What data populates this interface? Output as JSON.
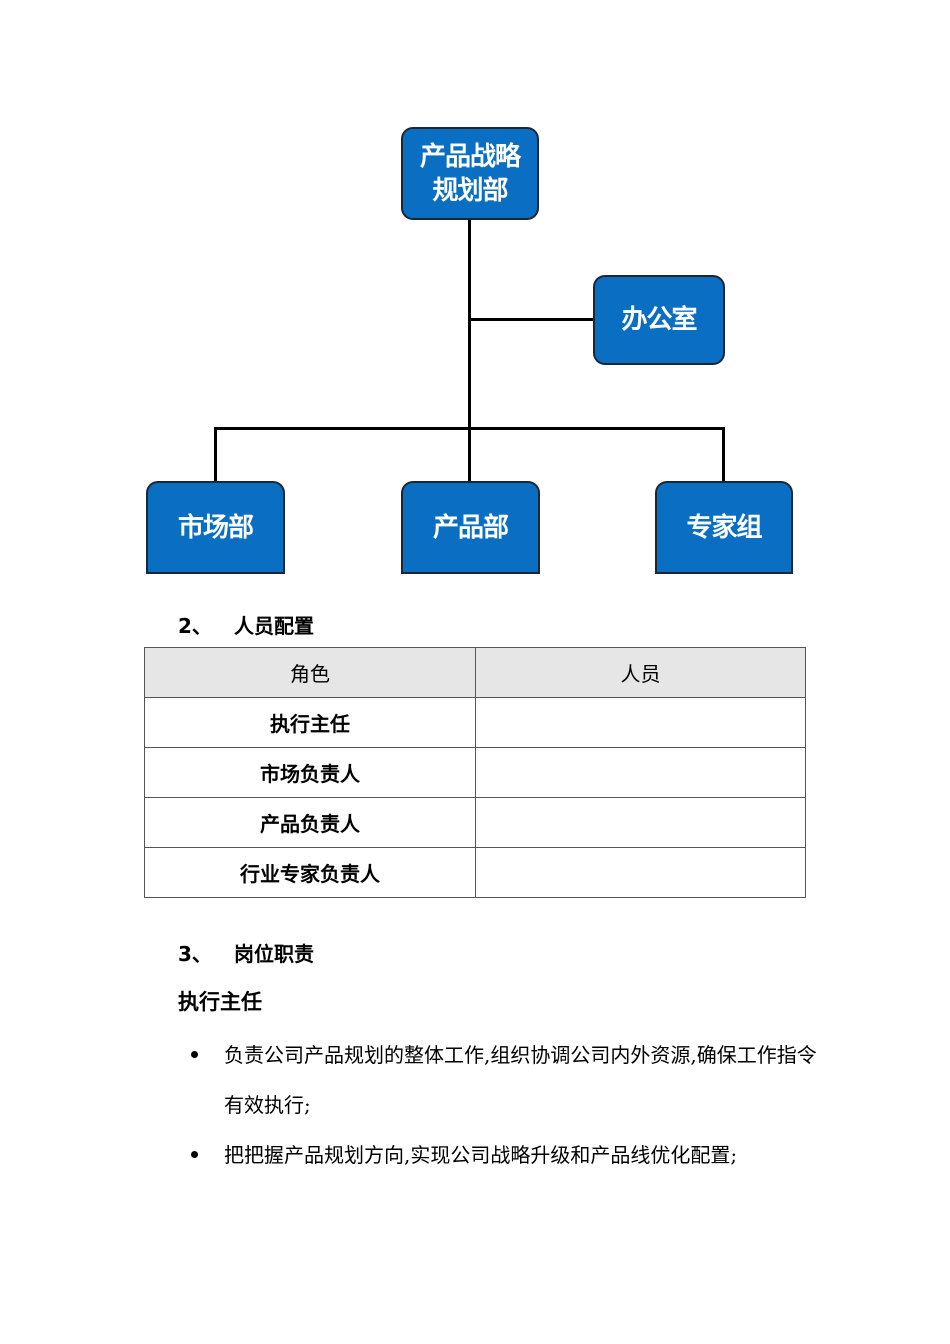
{
  "org_chart": {
    "root": "产品战略\n规划部",
    "side": "办公室",
    "children": [
      "市场部",
      "产品部",
      "专家组"
    ]
  },
  "staffing": {
    "number": "2、",
    "title": "人员配置",
    "columns": [
      "角色",
      "人员"
    ],
    "rows": [
      {
        "role": "执行主任",
        "person": ""
      },
      {
        "role": "市场负责人",
        "person": ""
      },
      {
        "role": "产品负责人",
        "person": ""
      },
      {
        "role": "行业专家负责人",
        "person": ""
      }
    ]
  },
  "duties": {
    "number": "3、",
    "title": "岗位职责",
    "subtitle": "执行主任",
    "items": [
      "负责公司产品规划的整体工作,组织协调公司内外资源,确保工作指令有效执行;",
      "把把握产品规划方向,实现公司战略升级和产品线优化配置;"
    ]
  }
}
